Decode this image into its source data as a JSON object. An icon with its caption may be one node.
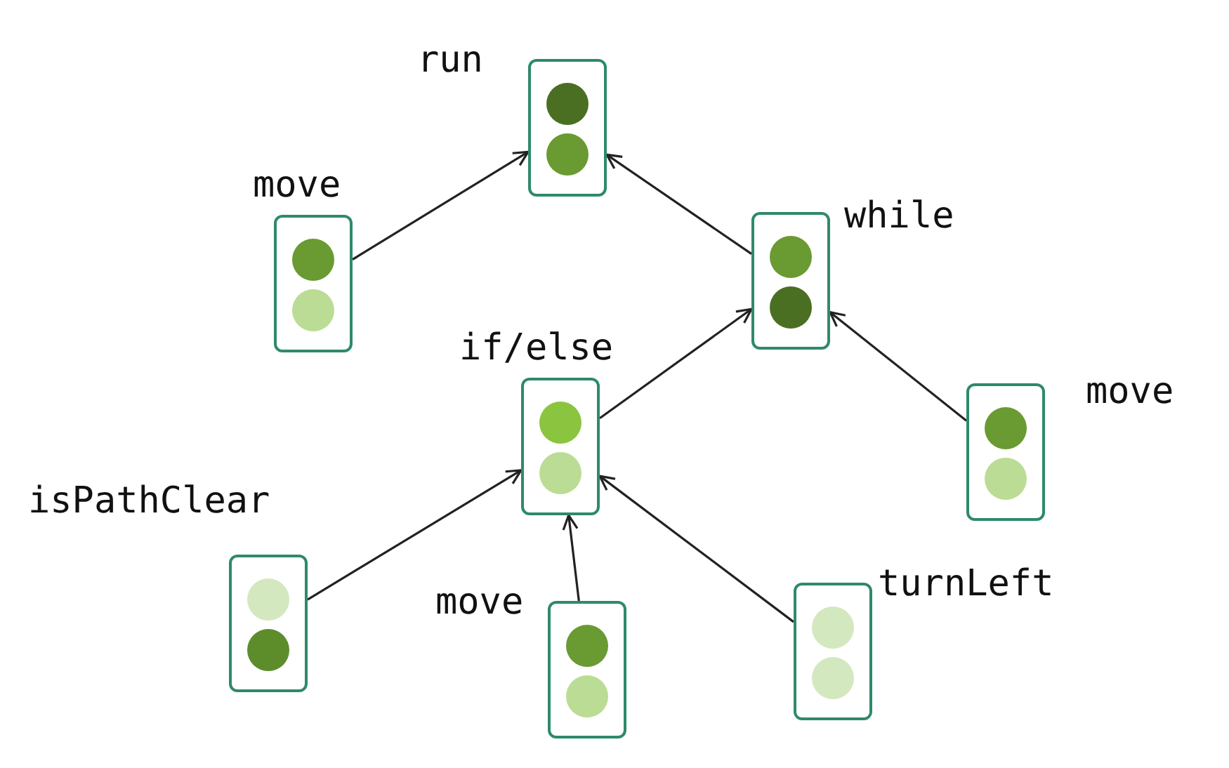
{
  "diagram": {
    "nodes": [
      {
        "text": [
          "run"
        ]
      },
      {
        "text": [
          "move"
        ]
      },
      {
        "text": [
          "while"
        ]
      },
      {
        "text": [
          "if/else"
        ]
      },
      {
        "text": [
          "move"
        ]
      },
      {
        "text": [
          "isPathClear"
        ]
      },
      {
        "text": [
          "move"
        ]
      },
      {
        "text": [
          "turnLeft"
        ]
      }
    ],
    "edges": [
      {
        "from": 1,
        "to": 0,
        "arrow": "to"
      },
      {
        "from": 2,
        "to": 0,
        "arrow": "to"
      },
      {
        "from": 3,
        "to": 2,
        "arrow": "to"
      },
      {
        "from": 4,
        "to": 2,
        "arrow": "to"
      },
      {
        "from": 5,
        "to": 3,
        "arrow": "to"
      },
      {
        "from": 6,
        "to": 3,
        "arrow": "to"
      },
      {
        "from": 7,
        "to": 3,
        "arrow": "to"
      }
    ]
  }
}
